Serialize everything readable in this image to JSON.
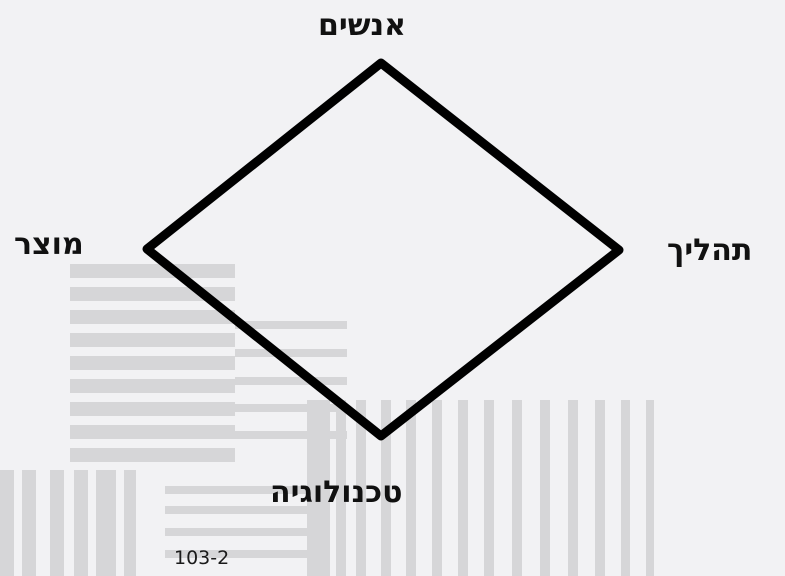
{
  "diagram": {
    "nodes": {
      "top": "אנשים",
      "left": "מוצר",
      "right": "תהליך",
      "bottom": "טכנולוגיה"
    },
    "code": "103-2"
  },
  "colors": {
    "background": "#f2f2f4",
    "stripes": "#d6d6d8",
    "outline": "#000000"
  }
}
